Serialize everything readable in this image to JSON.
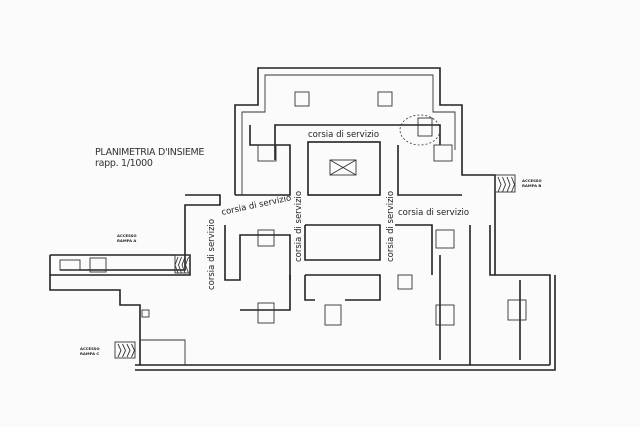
{
  "title": "PLANIMETRIA D'INSIEME",
  "scale": "rapp. 1/1000",
  "corridors": [
    "corsia di servizio",
    "corsia di servizio",
    "corsia di servizio",
    "corsia di servizio",
    "corsia di servizio",
    "corsia di servizio"
  ],
  "ramps": {
    "a": [
      "ACCESSO",
      "RAMPA A"
    ],
    "b": [
      "ACCESSO",
      "RAMPA B"
    ],
    "c": [
      "ACCESSO",
      "RAMPA C"
    ]
  }
}
